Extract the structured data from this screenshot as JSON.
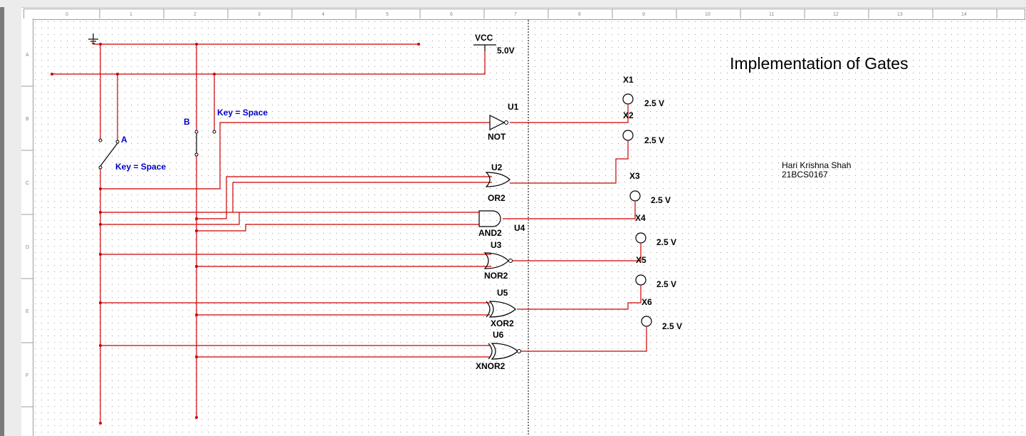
{
  "rulers": {
    "columns": [
      "0",
      "1",
      "2",
      "3",
      "4",
      "5",
      "6",
      "7",
      "8",
      "9",
      "10",
      "11",
      "12",
      "13",
      "14"
    ],
    "rows": [
      "A",
      "B",
      "C",
      "D",
      "E",
      "F"
    ]
  },
  "title": "Implementation of Gates",
  "author": {
    "name": "Hari Krishna Shah",
    "id": "21BCS0167"
  },
  "supply": {
    "label": "VCC",
    "voltage": "5.0V"
  },
  "switches": {
    "a": {
      "name": "A",
      "key": "Key = Space"
    },
    "b": {
      "name": "B",
      "key": "Key = Space"
    }
  },
  "gates": {
    "u1": {
      "ref": "U1",
      "type": "NOT"
    },
    "u2": {
      "ref": "U2",
      "type": "OR2"
    },
    "u4": {
      "ref": "U4",
      "type": "AND2"
    },
    "u3": {
      "ref": "U3",
      "type": "NOR2"
    },
    "u5": {
      "ref": "U5",
      "type": "XOR2"
    },
    "u6": {
      "ref": "U6",
      "type": "XNOR2"
    }
  },
  "probes": {
    "x1": {
      "ref": "X1",
      "voltage": "2.5 V"
    },
    "x2": {
      "ref": "X2",
      "voltage": "2.5 V"
    },
    "x3": {
      "ref": "X3",
      "voltage": "2.5 V"
    },
    "x4": {
      "ref": "X4",
      "voltage": "2.5 V"
    },
    "x5": {
      "ref": "X5",
      "voltage": "2.5 V"
    },
    "x6": {
      "ref": "X6",
      "voltage": "2.5 V"
    }
  },
  "colors": {
    "wire": "#cc0000",
    "component": "#000000",
    "switch_label": "#0000c8",
    "grid_dot": "#9a9a9a"
  }
}
